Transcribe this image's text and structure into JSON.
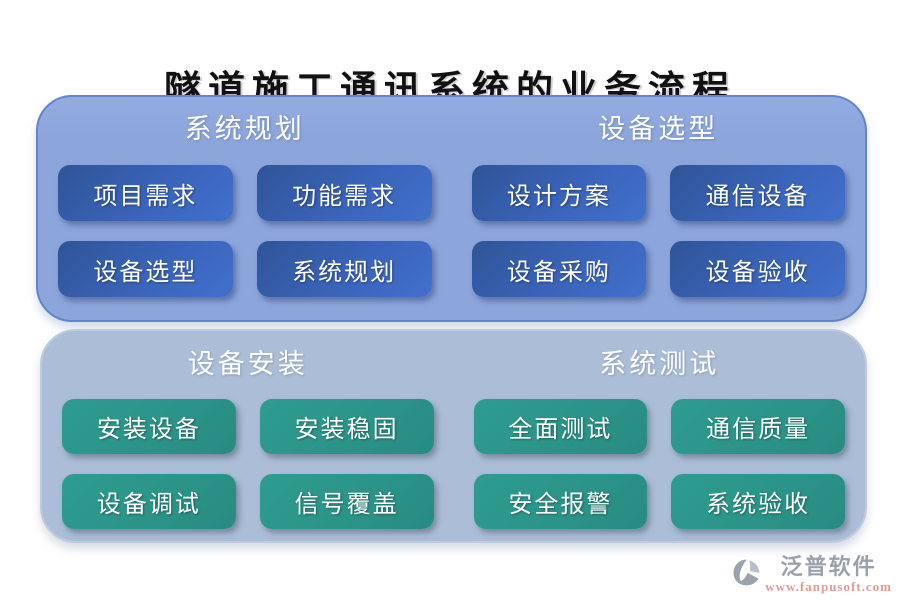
{
  "title": "隧道施工通讯系统的业务流程",
  "panels": [
    {
      "name": "planning-and-selection",
      "sections": [
        {
          "header": "系统规划",
          "buttons": [
            "项目需求",
            "功能需求",
            "设备选型",
            "系统规划"
          ]
        },
        {
          "header": "设备选型",
          "buttons": [
            "设计方案",
            "通信设备",
            "设备采购",
            "设备验收"
          ]
        }
      ]
    },
    {
      "name": "install-and-testing",
      "sections": [
        {
          "header": "设备安装",
          "buttons": [
            "安装设备",
            "安装稳固",
            "设备调试",
            "信号覆盖"
          ]
        },
        {
          "header": "系统测试",
          "buttons": [
            "全面测试",
            "通信质量",
            "安全报警",
            "系统验收"
          ]
        }
      ]
    }
  ],
  "footer": {
    "brand": "泛普软件",
    "url": "www.fanpusoft.com"
  },
  "colors": {
    "panel_top_bg": "#8CA5DB",
    "panel_top_border": "#6283CD",
    "panel_bottom_bg": "#ACBDD8",
    "button_blue": "#3A64BA",
    "button_teal": "#2B9488",
    "brand_gray": "#9AA1AC",
    "brand_url": "#E59A90"
  }
}
